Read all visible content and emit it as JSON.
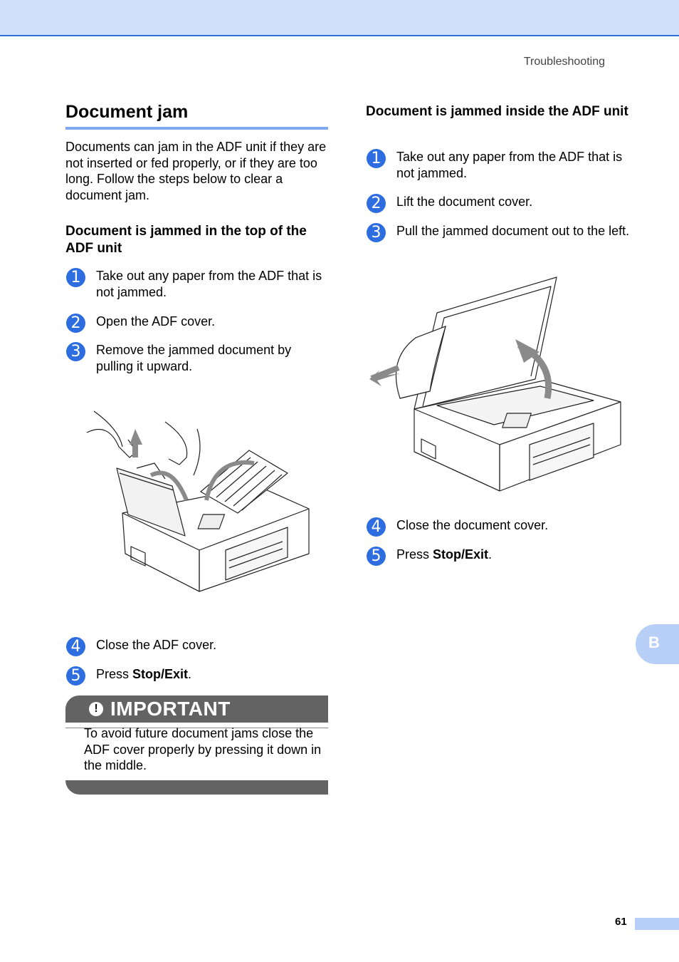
{
  "header": {
    "running_title": "Troubleshooting"
  },
  "left": {
    "title": "Document jam",
    "intro": "Documents can jam in the ADF unit if they are not inserted or fed properly, or if they are too long. Follow the steps below to clear a document jam.",
    "subhead": "Document is jammed in the top of the ADF unit",
    "steps": [
      {
        "num": "1",
        "text": "Take out any paper from the ADF that is not jammed."
      },
      {
        "num": "2",
        "text": "Open the ADF cover."
      },
      {
        "num": "3",
        "text": "Remove the jammed document by pulling it upward."
      },
      {
        "num": "4",
        "text": "Close the ADF cover."
      },
      {
        "num": "5",
        "text_prefix": "Press ",
        "text_bold": "Stop/Exit",
        "text_suffix": "."
      }
    ],
    "important": {
      "title": "IMPORTANT",
      "text": "To avoid future document jams close the ADF cover properly by pressing it down in the middle."
    }
  },
  "right": {
    "subhead": "Document is jammed inside the ADF unit",
    "steps": [
      {
        "num": "1",
        "text": "Take out any paper from the ADF that is not jammed."
      },
      {
        "num": "2",
        "text": "Lift the document cover."
      },
      {
        "num": "3",
        "text": "Pull the jammed document out to the left."
      },
      {
        "num": "4",
        "text": "Close the document cover."
      },
      {
        "num": "5",
        "text_prefix": "Press ",
        "text_bold": "Stop/Exit",
        "text_suffix": "."
      }
    ]
  },
  "side_tab": "B",
  "page_number": "61",
  "colors": {
    "accent": "#2d6de0",
    "band": "#cfe0fb",
    "important_bar": "#636363"
  }
}
